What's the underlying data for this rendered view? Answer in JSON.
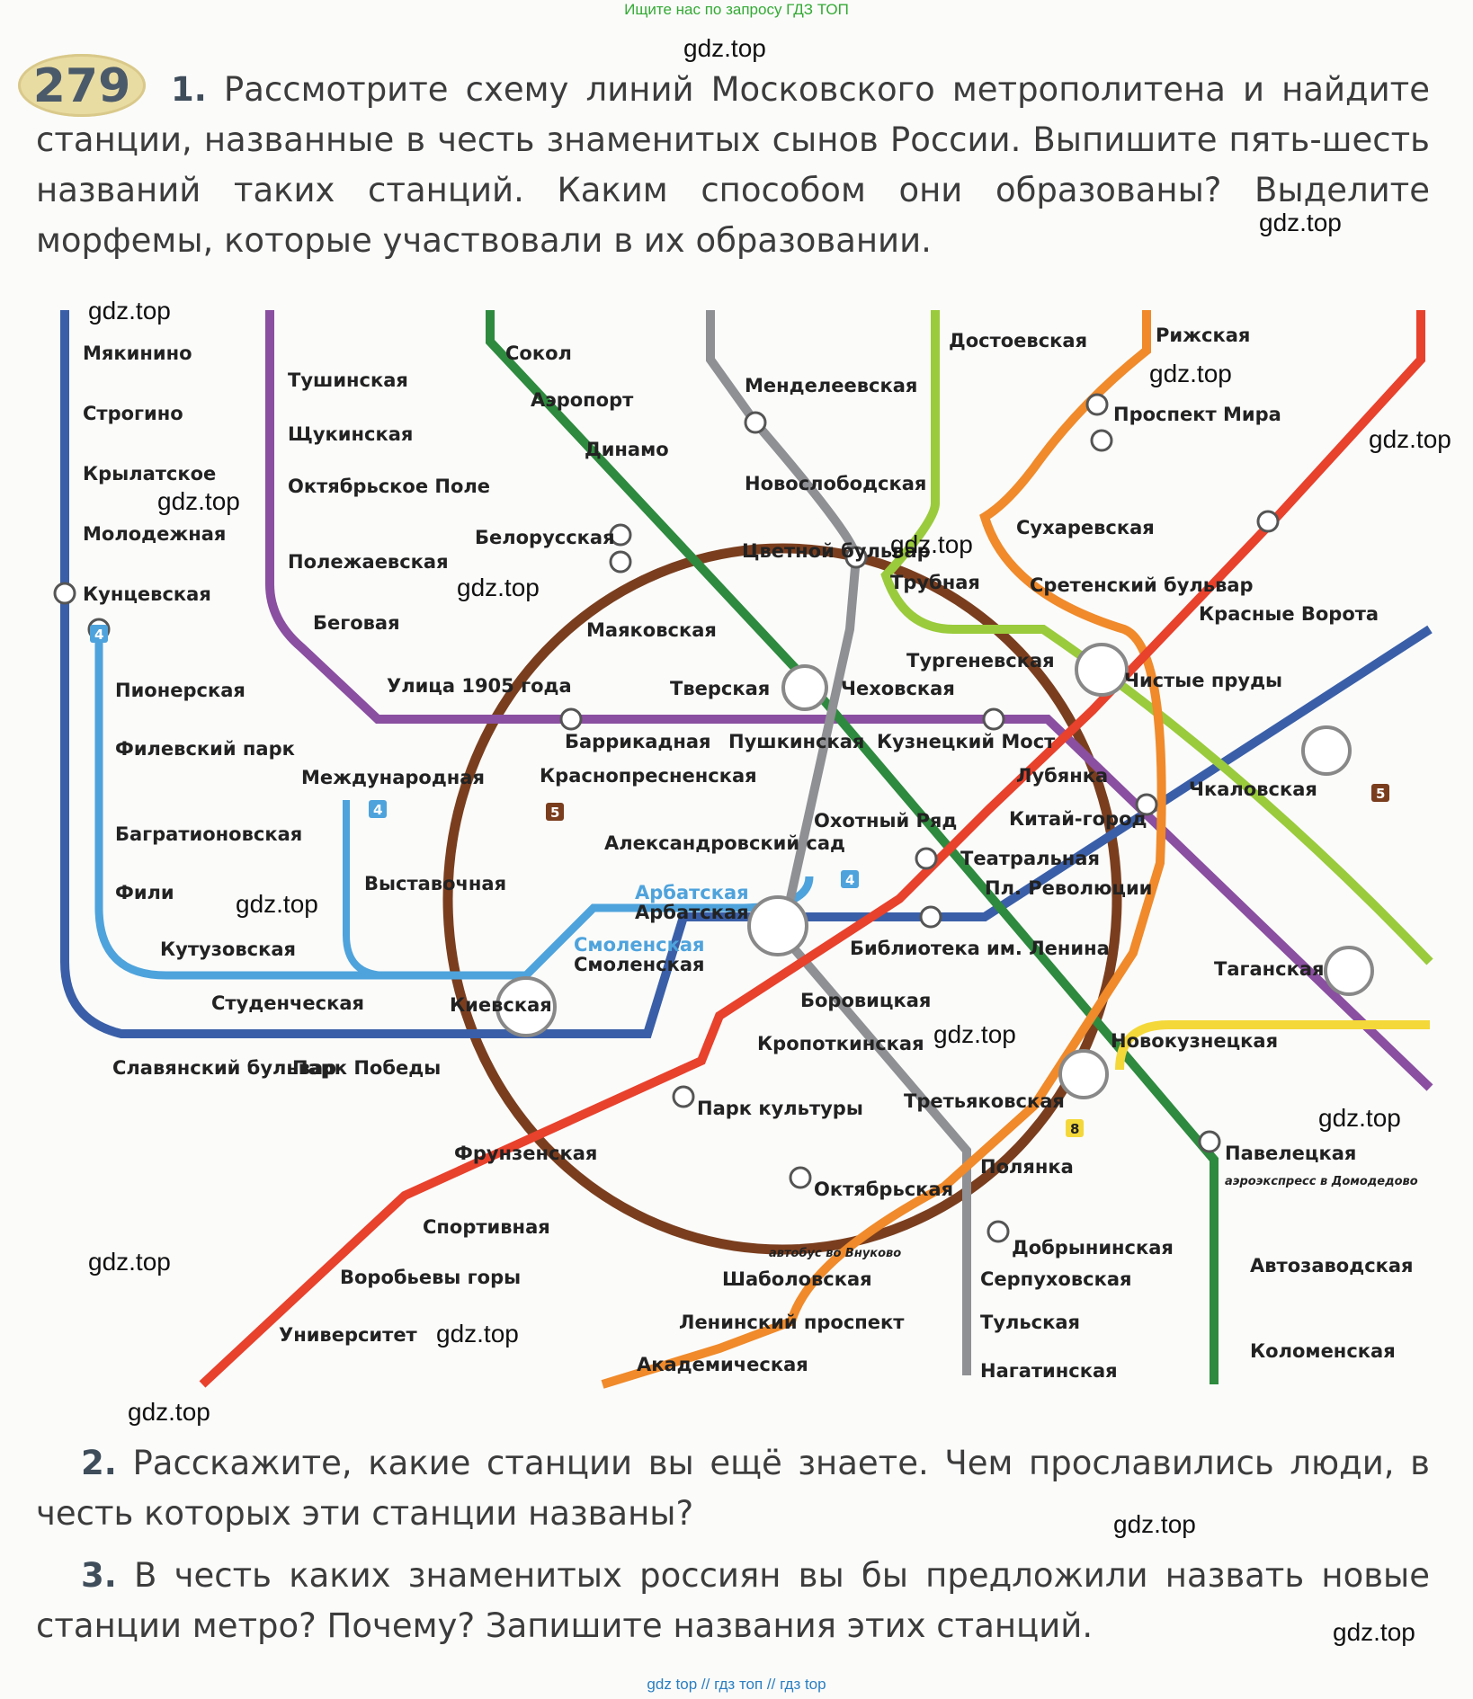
{
  "header_banner": "Ищите нас по запросу ГДЗ ТОП",
  "footer_banner": "gdz top // гдз топ // гдз top",
  "watermark": "gdz.top",
  "exercise_number": "279",
  "task1": {
    "number": "1.",
    "text": "Рассмотрите схему линий Московского метрополитена и найдите станции, названные в честь знаменитых сынов России. Выпишите пять-шесть названий таких станций. Каким способом они образованы? Выделите морфемы, которые участвовали в их образовании."
  },
  "task2": {
    "number": "2.",
    "text": "Расскажите, какие станции вы ещё знаете. Чем прославились люди, в честь которых эти станции названы?"
  },
  "task3": {
    "number": "3.",
    "text": "В честь каких знаменитых россиян вы бы предложили назвать новые станции метро? Почему? Запишите названия этих станций."
  },
  "metro_map": {
    "line_colors": {
      "ring": "#7a3e1e",
      "dark_blue": "#3a5fa8",
      "light_blue": "#4ea3dc",
      "purple": "#8a4fa0",
      "green": "#2e8a3e",
      "grey": "#8e9093",
      "light_green": "#9acb3c",
      "orange": "#f08a2a",
      "red": "#e8412c",
      "yellow": "#f4d83a"
    },
    "line_numbers": [
      "4",
      "4",
      "5",
      "4",
      "5",
      "8"
    ],
    "stations": [
      "Мякинино",
      "Строгино",
      "Крылатское",
      "Молодежная",
      "Кунцевская",
      "Пионерская",
      "Филевский парк",
      "Багратионовская",
      "Фили",
      "Кутузовская",
      "Студенческая",
      "Славянский бульвар",
      "Парк Победы",
      "Тушинская",
      "Щукинская",
      "Октябрьское Поле",
      "Полежаевская",
      "Беговая",
      "Улица 1905 года",
      "Международная",
      "Выставочная",
      "Сокол",
      "Аэропорт",
      "Динамо",
      "Белорусская",
      "Маяковская",
      "Тверская",
      "Баррикадная",
      "Краснопресненская",
      "Пушкинская",
      "Чеховская",
      "Кузнецкий Мост",
      "Менделеевская",
      "Новослободская",
      "Цветной бульвар",
      "Трубная",
      "Достоевская",
      "Рижская",
      "Проспект Мира",
      "Сухаревская",
      "Сретенский бульвар",
      "Тургеневская",
      "Чистые пруды",
      "Красные Ворота",
      "Лубянка",
      "Китай-город",
      "Чкаловская",
      "Охотный Ряд",
      "Театральная",
      "Пл. Революции",
      "Александровский сад",
      "Арбатская",
      "Арбатская",
      "Смоленская",
      "Смоленская",
      "Киевская",
      "Библиотека им. Ленина",
      "Боровицкая",
      "Кропоткинская",
      "Таганская",
      "Новокузнецкая",
      "Третьяковская",
      "Парк культуры",
      "Фрунзенская",
      "Спортивная",
      "Воробьевы горы",
      "Университет",
      "Полянка",
      "Октябрьская",
      "Павелецкая",
      "аэроэкспресс в Домодедово",
      "автобус во Внуково",
      "Добрынинская",
      "Серпуховская",
      "Шаболовская",
      "Ленинский проспект",
      "Академическая",
      "Тульская",
      "Нагатинская",
      "Автозаводская",
      "Коломенская"
    ]
  }
}
